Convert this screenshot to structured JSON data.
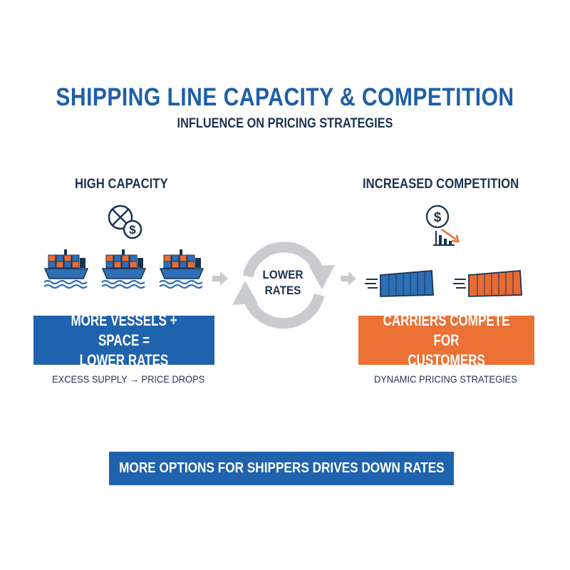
{
  "title": "SHIPPING LINE CAPACITY & COMPETITION",
  "subtitle": "INFLUENCE ON PRICING STRATEGIES",
  "left": {
    "heading": "HIGH CAPACITY",
    "box_line1": "MORE VESSELS + SPACE =",
    "box_line2": "LOWER RATES",
    "caption": "EXCESS SUPPLY → PRICE DROPS",
    "box_color": "#1f62ad"
  },
  "center": {
    "cycle_line1": "LOWER",
    "cycle_line2": "RATES"
  },
  "right": {
    "heading": "INCREASED COMPETITION",
    "box_line1": "CARRIERS COMPETE FOR",
    "box_line2": "CUSTOMERS",
    "caption": "DYNAMIC PRICING STRATEGIES",
    "box_color": "#ec7134"
  },
  "footer": "MORE OPTIONS FOR SHIPPERS DRIVES DOWN RATES",
  "icons": [
    "no-money-icon",
    "cargo-ship-icon",
    "cycle-arrows-icon",
    "right-arrow-icon",
    "dollar-decline-icon",
    "shipping-container-icon"
  ],
  "colors": {
    "blue": "#1f62ad",
    "orange": "#ec7134",
    "navy": "#1b3350",
    "gray": "#c9cbcf"
  }
}
